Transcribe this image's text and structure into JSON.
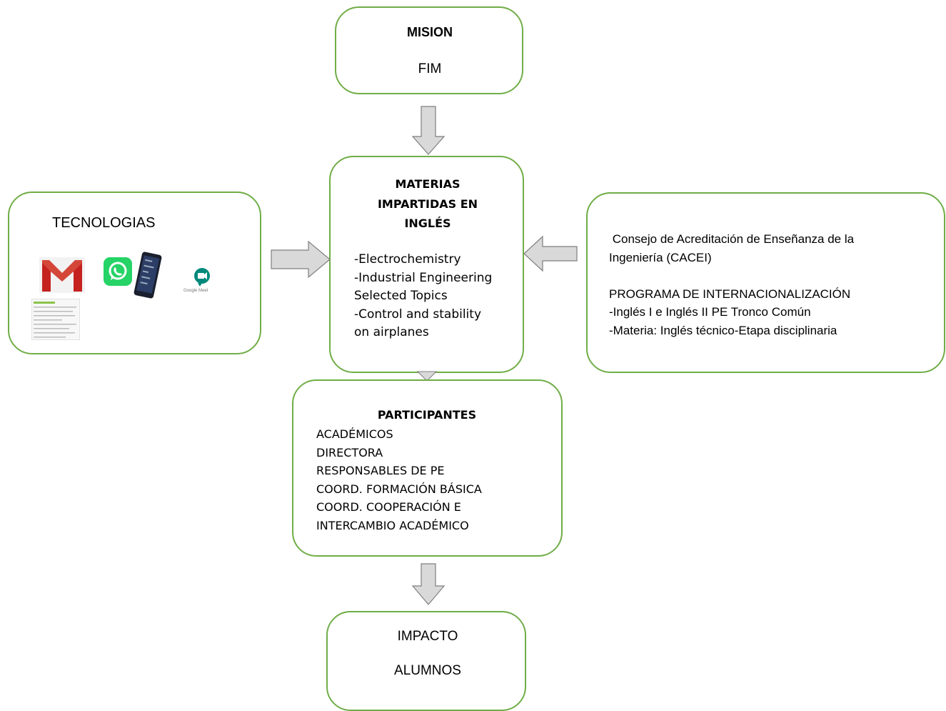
{
  "mision": {
    "title": "MISION",
    "subtitle": "FIM"
  },
  "materias": {
    "title": [
      "MATERIAS",
      "IMPARTIDAS EN",
      "INGLÉS"
    ],
    "items": [
      "-Electrochemistry",
      "-Industrial Engineering",
      "Selected Topics",
      "-Control and stability",
      "on airplanes"
    ]
  },
  "tecnologias": {
    "title": "TECNOLOGIAS",
    "meet_caption": "Google Meet"
  },
  "cacei": {
    "lines": [
      " Consejo de Acreditación de Enseñanza de la",
      "Ingeniería (CACEI)",
      "",
      "PROGRAMA DE INTERNACIONALIZACIÓN",
      "-Inglés I e Inglés II PE Tronco Común",
      "-Materia: Inglés técnico-Etapa disciplinaria"
    ]
  },
  "participantes": {
    "title": "PARTICIPANTES",
    "items": [
      "ACADÉMICOS",
      "DIRECTORA",
      "RESPONSABLES DE PE",
      "COORD. FORMACIÓN BÁSICA",
      "COORD. COOPERACIÓN E",
      "INTERCAMBIO ACADÉMICO"
    ]
  },
  "impacto": {
    "title": "IMPACTO",
    "subtitle": "ALUMNOS"
  },
  "colors": {
    "border": "#70ad47",
    "arrow_fill": "#d9d9d9",
    "arrow_stroke": "#7f7f7f"
  },
  "icons": [
    "gmail-icon",
    "whatsapp-icon",
    "phone-icon",
    "google-meet-icon",
    "spreadsheet-icon"
  ]
}
